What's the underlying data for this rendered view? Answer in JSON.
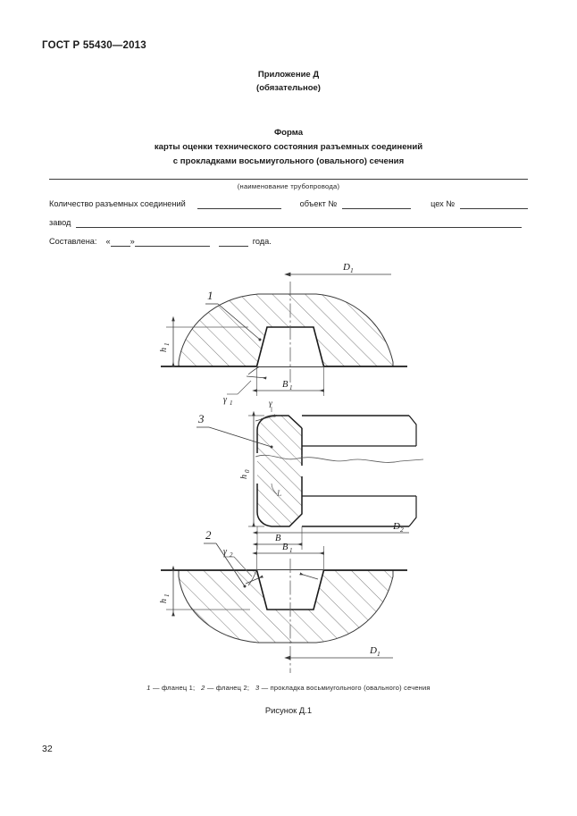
{
  "document": {
    "standard_header": "ГОСТ Р 55430—2013",
    "page_number": "32"
  },
  "annex": {
    "title": "Приложение Д",
    "subtitle": "(обязательное)"
  },
  "form_title": {
    "line1": "Форма",
    "line2": "карты оценки технического состояния разъемных соединений",
    "line3": "с прокладками восьмиугольного (овального) сечения"
  },
  "form": {
    "pipeline_caption": "(наименование трубопровода)",
    "joints_label": "Количество разъемных соединений",
    "object_label": "объект №",
    "shop_label": "цех №",
    "plant_label": "завод",
    "compiled_label": "Составлена:",
    "quote_open": "«",
    "quote_close": "»",
    "year_label": "года."
  },
  "figure": {
    "legend_items": [
      {
        "num": "1",
        "dash": "—",
        "text": "фланец 1;"
      },
      {
        "num": "2",
        "dash": "—",
        "text": "фланец 2;"
      },
      {
        "num": "3",
        "dash": "—",
        "text": "прокладка восьмиугольного (овального) сечения"
      }
    ],
    "caption": "Рисунок Д.1",
    "labels": {
      "part1": "1",
      "part2": "2",
      "part3": "3",
      "d1_top": "D",
      "d1_top_sub": "1",
      "d1_bottom": "D",
      "d1_bottom_sub": "1",
      "d2": "D",
      "d2_sub": "2",
      "h1_top": "h",
      "h1_top_sub": "1",
      "h1_bottom": "h",
      "h1_bottom_sub": "1",
      "h0": "h",
      "h0_sub": "0",
      "b1_top": "B",
      "b1_top_sub": "1",
      "b1_bottom": "B",
      "b1_bottom_sub": "1",
      "b": "B",
      "gamma1": "γ",
      "gamma1_sub": "1",
      "gamma2": "γ",
      "gamma2_sub": "2",
      "gamma": "γ",
      "l_mark": "L"
    }
  },
  "colors": {
    "ink": "#1a1a1a",
    "line": "#3b3b3b",
    "thin": "#5a5a5a",
    "paper": "#ffffff"
  }
}
